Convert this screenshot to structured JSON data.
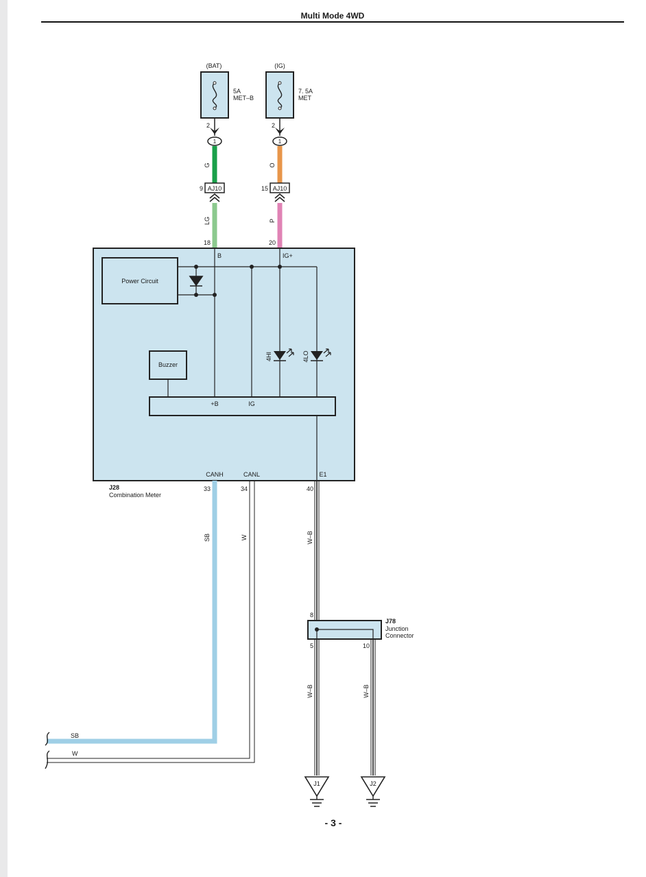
{
  "header": {
    "title": "Multi Mode 4WD"
  },
  "page_number": "- 3 -",
  "colors": {
    "panel_fill": "#cce4ef",
    "wire_G": "#1aa04a",
    "wire_O": "#e8964a",
    "wire_LG": "#8cc98e",
    "wire_P": "#e083b5",
    "wire_SB": "#9fcfe6"
  },
  "fuses": [
    {
      "source": "(BAT)",
      "rating": "5A",
      "name": "MET–B",
      "pin": "2"
    },
    {
      "source": "(IG)",
      "rating": "7. 5A",
      "name": "MET",
      "pin": "2"
    }
  ],
  "junction_blocks": [
    {
      "label": "1"
    },
    {
      "label": "1"
    }
  ],
  "connectors_aj10": [
    {
      "pin": "9",
      "name": "AJ10"
    },
    {
      "pin": "15",
      "name": "AJ10"
    }
  ],
  "wire_labels": {
    "g": "G",
    "o": "O",
    "lg": "LG",
    "p": "P",
    "sb": "SB",
    "w": "W",
    "wb1": "W–B",
    "wb2": "W–B",
    "wb3": "W–B",
    "sb_bottom": "SB",
    "w_bottom": "W"
  },
  "combination_meter": {
    "id": "J28",
    "name": "Combination Meter",
    "terminals": {
      "b": {
        "pin": "18",
        "name": "B"
      },
      "ig": {
        "pin": "20",
        "name": "IG+"
      },
      "canh": {
        "pin": "33",
        "name": "CANH"
      },
      "canl": {
        "pin": "34",
        "name": "CANL"
      },
      "e1": {
        "pin": "40",
        "name": "E1"
      }
    },
    "power_circuit": "Power Circuit",
    "buzzer": "Buzzer",
    "ic_plus_b": "+B",
    "ic_ig": "IG",
    "led_4hi": "4HI",
    "led_4lo": "4LO"
  },
  "junction_connector": {
    "id": "J78",
    "name_line1": "Junction",
    "name_line2": "Connector",
    "pin_in": "8",
    "pin_out_left": "5",
    "pin_out_right": "10"
  },
  "grounds": [
    {
      "label": "J1"
    },
    {
      "label": "J2"
    }
  ]
}
